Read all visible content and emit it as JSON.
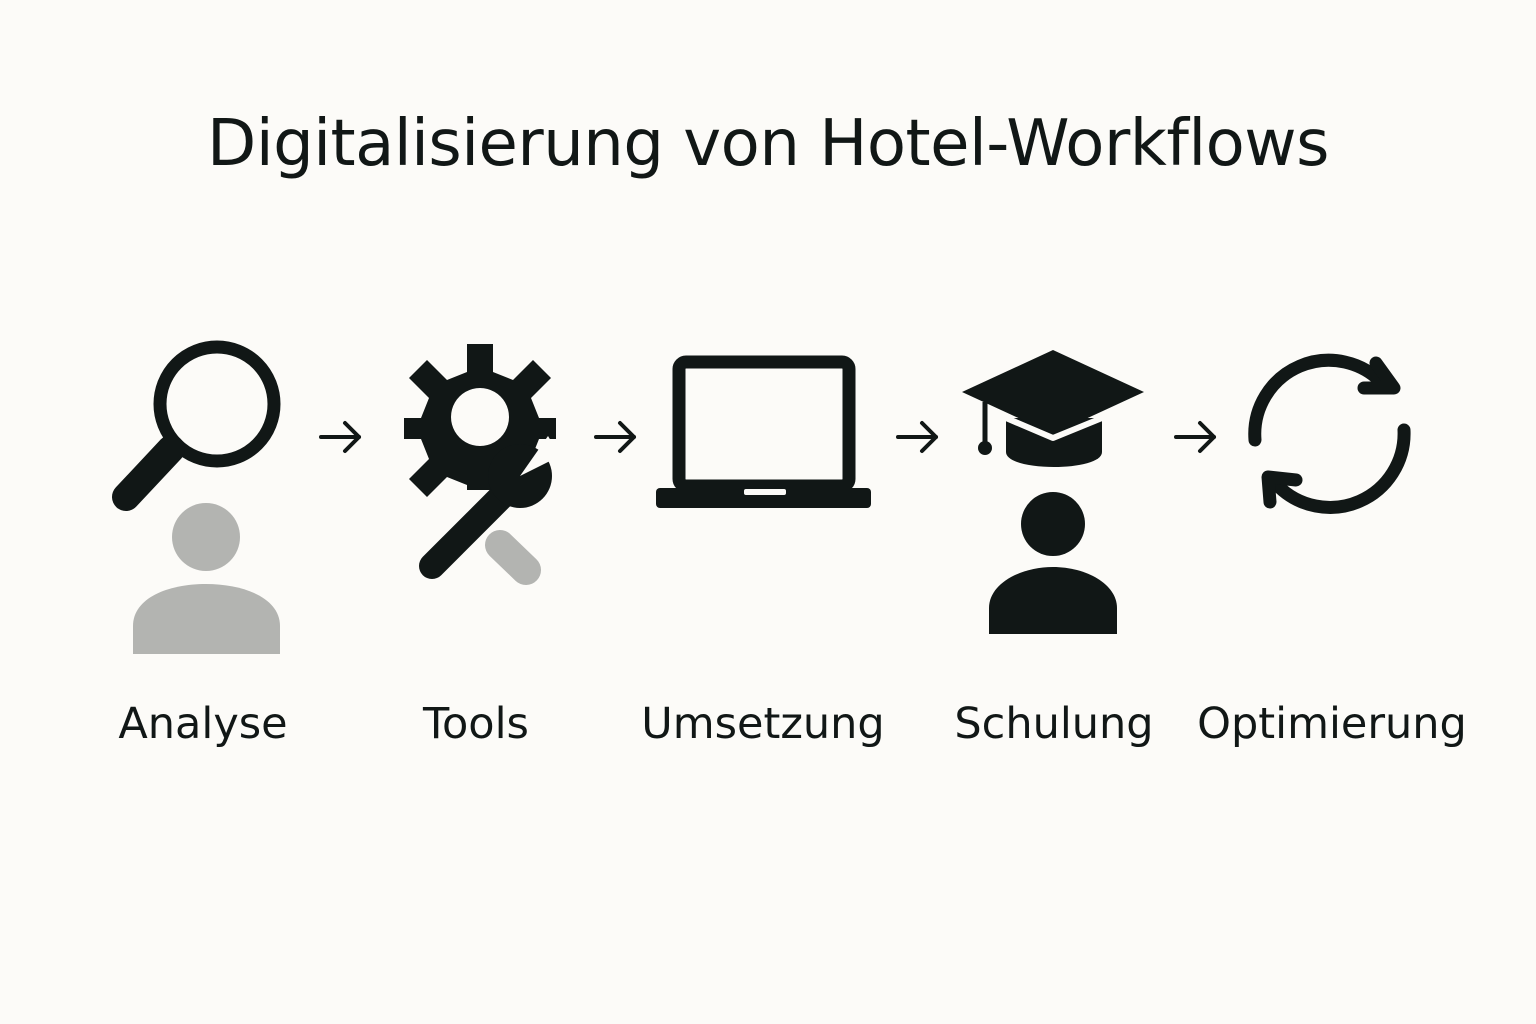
{
  "title": "Digitalisierung von Hotel-Workflows",
  "colors": {
    "background": "#fcfbf8",
    "ink": "#111716",
    "muted": "#b3b4b1"
  },
  "steps": [
    {
      "label": "Analyse",
      "icon": "magnifier-person-icon"
    },
    {
      "label": "Tools",
      "icon": "gear-wrench-icon"
    },
    {
      "label": "Umsetzung",
      "icon": "laptop-icon"
    },
    {
      "label": "Schulung",
      "icon": "graduation-cap-person-icon"
    },
    {
      "label": "Optimierung",
      "icon": "refresh-cycle-icon"
    }
  ],
  "connector": "arrow-right-icon"
}
